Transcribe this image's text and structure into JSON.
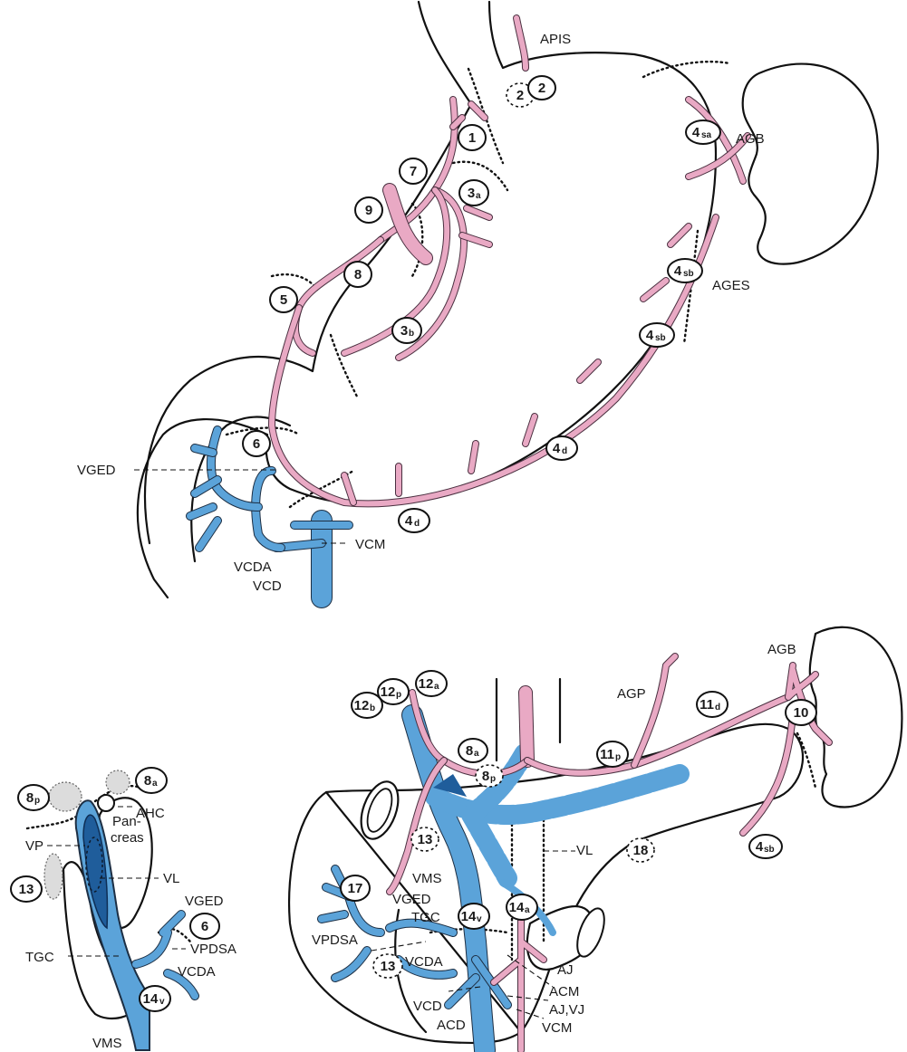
{
  "figure": {
    "upper_labels": {
      "apis": "APIS",
      "agb": "AGB",
      "ages": "AGES",
      "vged": "VGED",
      "vcm": "VCM",
      "vcda": "VCDA",
      "vcd": "VCD"
    },
    "upper_nodes": {
      "n2a": "2",
      "n2b": "2",
      "n1": "1",
      "n7": "7",
      "n3a": "3",
      "n3a_sub": "a",
      "n9": "9",
      "n8": "8",
      "n5": "5",
      "n3b": "3",
      "n3b_sub": "b",
      "n4sa": "4",
      "n4sa_sub": "sa",
      "n4sb1": "4",
      "n4sb1_sub": "sb",
      "n4sb2": "4",
      "n4sb2_sub": "sb",
      "n4d1": "4",
      "n4d1_sub": "d",
      "n4d2": "4",
      "n4d2_sub": "d",
      "n6": "6"
    },
    "left_labels": {
      "ahc": "AHC",
      "vp": "VP",
      "pancreas_1": "Pan-",
      "pancreas_2": "creas",
      "vl": "VL",
      "vged": "VGED",
      "vpdsa": "VPDSA",
      "tgc": "TGC",
      "vcda": "VCDA",
      "vms": "VMS"
    },
    "left_nodes": {
      "n8p": "8",
      "n8p_sub": "p",
      "n8a": "8",
      "n8a_sub": "a",
      "n13": "13",
      "n6": "6",
      "n14v": "14",
      "n14v_sub": "v"
    },
    "right_labels": {
      "agp": "AGP",
      "agb": "AGB",
      "vl": "VL",
      "vms": "VMS",
      "vged": "VGED",
      "tgc": "TGC",
      "vpdsa": "VPDSA",
      "vcda": "VCDA",
      "aj": "AJ",
      "acm": "ACM",
      "ajvj": "AJ,VJ",
      "vcm": "VCM",
      "vcd": "VCD",
      "acd": "ACD"
    },
    "right_nodes": {
      "n12a": "12",
      "n12a_sub": "a",
      "n12p": "12",
      "n12p_sub": "p",
      "n12b": "12",
      "n12b_sub": "b",
      "n8a": "8",
      "n8a_sub": "a",
      "n8p": "8",
      "n8p_sub": "p",
      "n11p": "11",
      "n11p_sub": "p",
      "n11d": "11",
      "n11d_sub": "d",
      "n10": "10",
      "n4sb": "4",
      "n4sb_sub": "sb",
      "n13a": "13",
      "n18": "18",
      "n17": "17",
      "n14v": "14",
      "n14v_sub": "v",
      "n14a": "14",
      "n14a_sub": "a",
      "n13b": "13"
    },
    "colors": {
      "artery": "#e9a9c4",
      "vein": "#5ba3d9",
      "vein_dark": "#1f5d9b",
      "outline": "#111111"
    }
  }
}
